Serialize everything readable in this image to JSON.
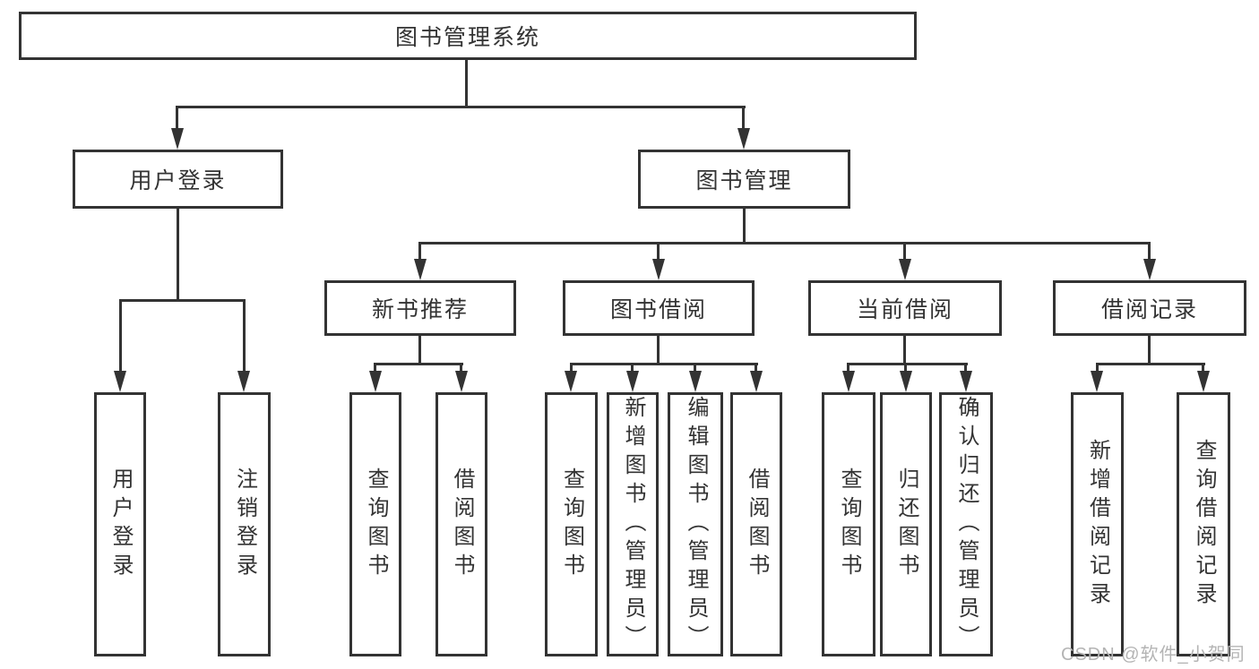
{
  "tree": {
    "label": "图书管理系统",
    "children": [
      {
        "label": "用户登录",
        "children": [
          {
            "label": "用户登录"
          },
          {
            "label": "注销登录"
          }
        ]
      },
      {
        "label": "图书管理",
        "children": [
          {
            "label": "新书推荐",
            "children": [
              {
                "label": "查询图书"
              },
              {
                "label": "借阅图书"
              }
            ]
          },
          {
            "label": "图书借阅",
            "children": [
              {
                "label": "查询图书"
              },
              {
                "label": "新增图书（管理员）"
              },
              {
                "label": "编辑图书（管理员）"
              },
              {
                "label": "借阅图书"
              }
            ]
          },
          {
            "label": "当前借阅",
            "children": [
              {
                "label": "查询图书"
              },
              {
                "label": "归还图书"
              },
              {
                "label": "确认归还（管理员）"
              }
            ]
          },
          {
            "label": "借阅记录",
            "children": [
              {
                "label": "新增借阅记录"
              },
              {
                "label": "查询借阅记录"
              }
            ]
          }
        ]
      }
    ]
  },
  "watermark": {
    "text": "CSDN @软件_小贺同学"
  },
  "colors": {
    "line": "#333333",
    "box_fill": "#ffffff",
    "text": "#333333",
    "watermark": "#b4b4b4"
  }
}
